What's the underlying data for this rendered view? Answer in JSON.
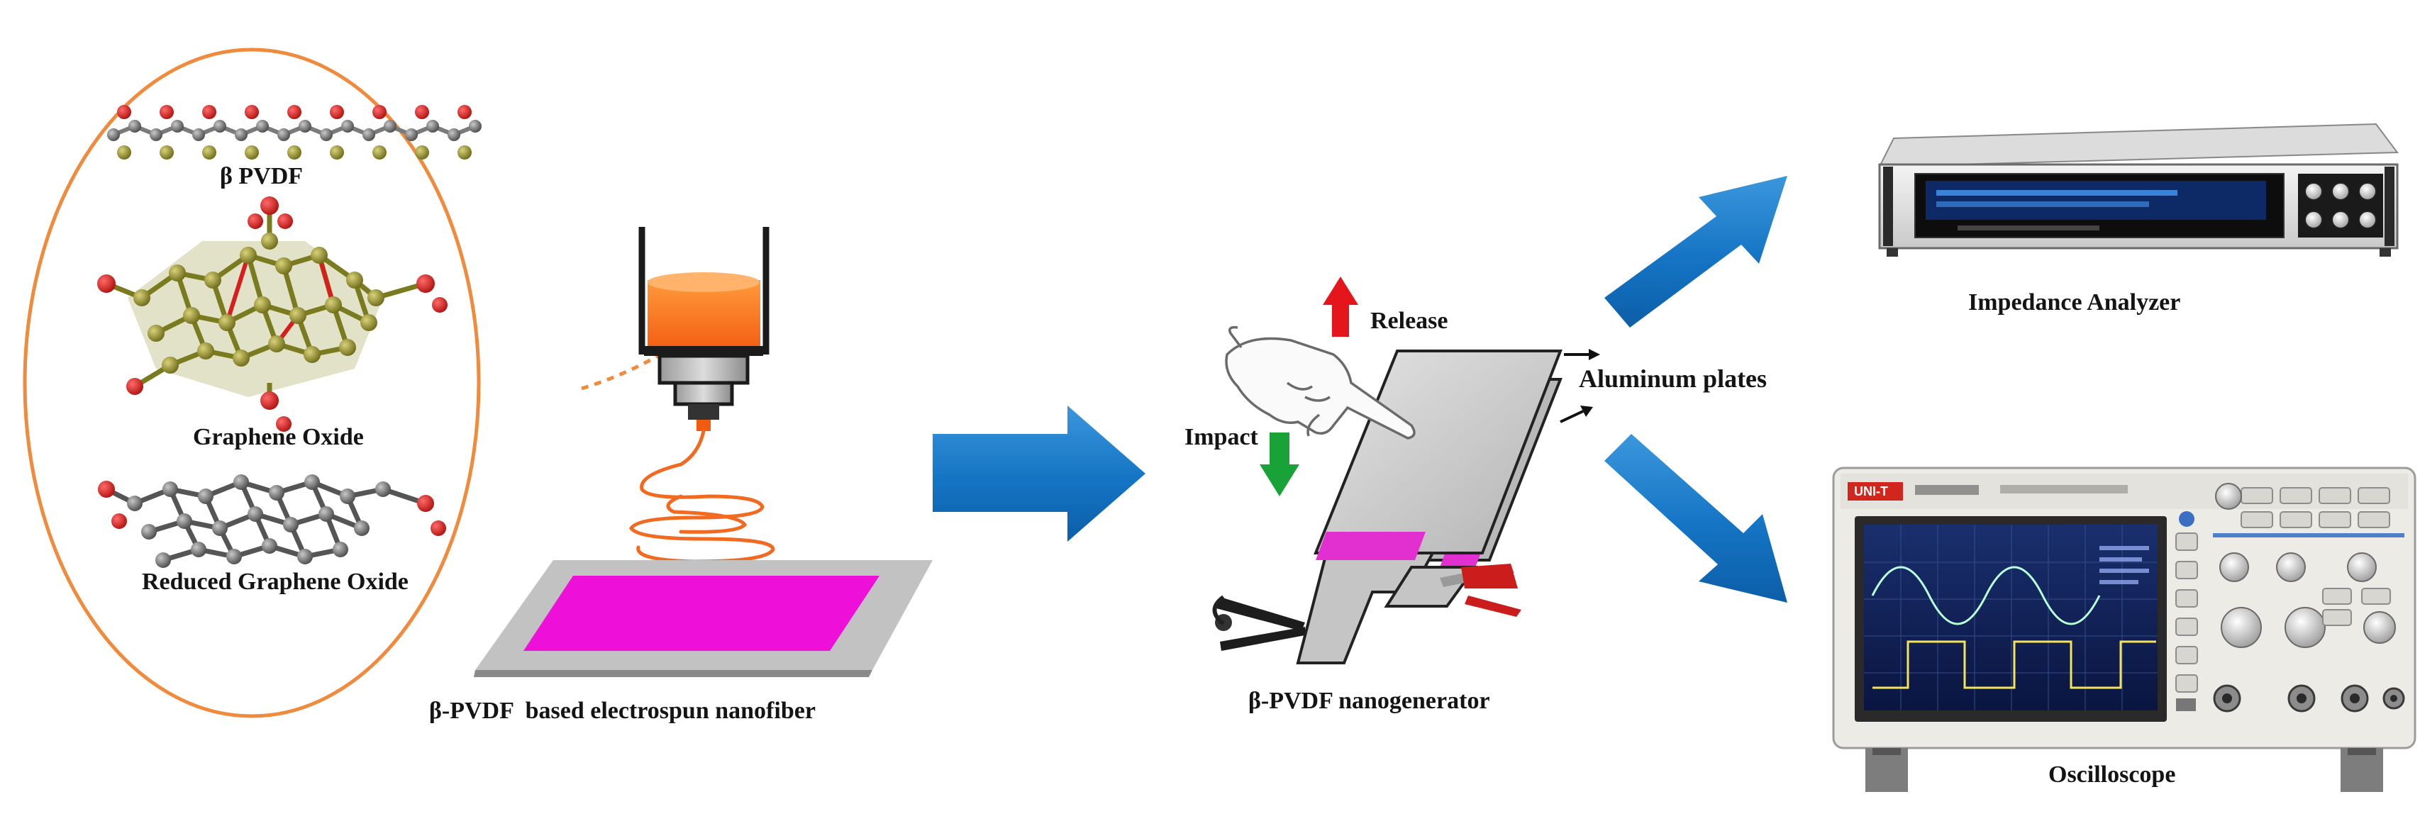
{
  "molecules": {
    "pvdf_label": "β PVDF",
    "go_label": "Graphene Oxide",
    "rgo_label": "Reduced Graphene Oxide"
  },
  "electrospinning": {
    "label": "β-PVDF  based electrospun nanofiber"
  },
  "nanogenerator": {
    "release_label": "Release",
    "impact_label": "Impact",
    "plates_label": "Aluminum plates",
    "label": "β-PVDF nanogenerator"
  },
  "impedance": {
    "label": "Impedance Analyzer"
  },
  "oscilloscope": {
    "label": "Oscilloscope",
    "brand": "UNI-T"
  },
  "colors": {
    "arrow_blue": "#1474c4",
    "nanofiber_magenta": "#ee0fd8",
    "circle_orange": "#f08a3c",
    "release_red": "#e4161b",
    "impact_green": "#18a238"
  }
}
